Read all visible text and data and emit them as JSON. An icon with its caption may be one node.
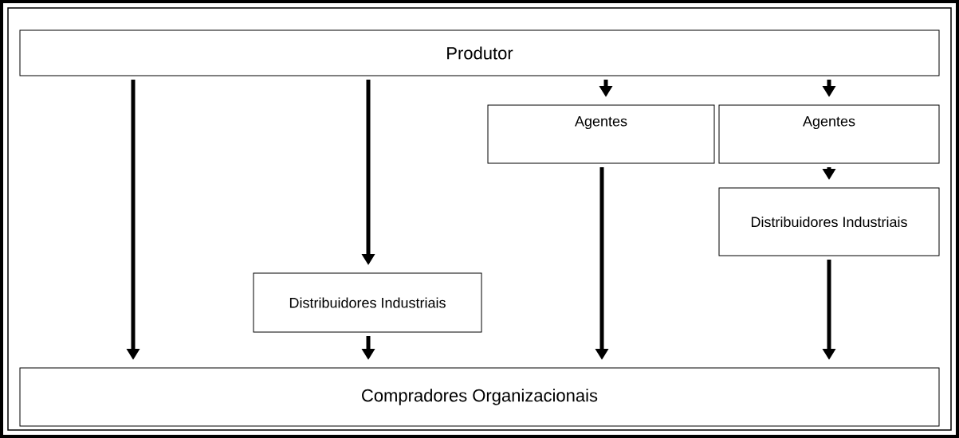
{
  "diagram": {
    "nodes": [
      {
        "text": [
          "Produtor"
        ]
      },
      {
        "text": [
          "Agentes"
        ]
      },
      {
        "text": [
          "Agentes"
        ]
      },
      {
        "text": [
          "Distribuidores Industriais"
        ]
      },
      {
        "text": [
          "Distribuidores Industriais"
        ]
      },
      {
        "text": [
          "Compradores Organizacionais"
        ]
      }
    ],
    "edges": [
      {
        "from": 0,
        "to": 5,
        "arrow": "to"
      },
      {
        "from": 0,
        "to": 4,
        "arrow": "to"
      },
      {
        "from": 4,
        "to": 5,
        "arrow": "to"
      },
      {
        "from": 0,
        "to": 1,
        "arrow": "to"
      },
      {
        "from": 1,
        "to": 5,
        "arrow": "to"
      },
      {
        "from": 0,
        "to": 2,
        "arrow": "to"
      },
      {
        "from": 2,
        "to": 3,
        "arrow": "to"
      },
      {
        "from": 3,
        "to": 5,
        "arrow": "to"
      }
    ]
  }
}
